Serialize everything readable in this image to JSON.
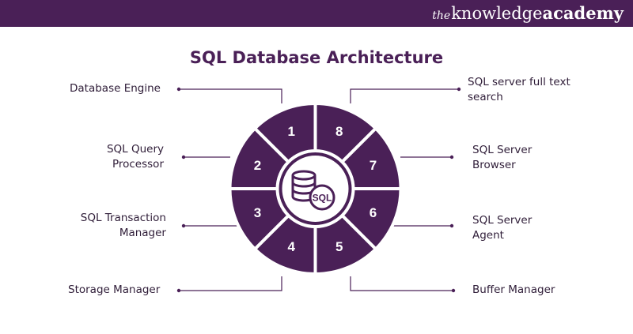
{
  "brand": {
    "prefix": "the",
    "name": "knowledge",
    "suffix": "academy"
  },
  "title": "SQL Database Architecture",
  "center_icon": {
    "icon": "database-sql-icon",
    "label": "SQL"
  },
  "segments": [
    {
      "number": "1",
      "label": "Database Engine"
    },
    {
      "number": "2",
      "label": "SQL Query Processor"
    },
    {
      "number": "3",
      "label": "SQL Transaction Manager"
    },
    {
      "number": "4",
      "label": "Storage Manager"
    },
    {
      "number": "5",
      "label": "Buffer Manager"
    },
    {
      "number": "6",
      "label": "SQL Server Agent"
    },
    {
      "number": "7",
      "label": "SQL Server Browser"
    },
    {
      "number": "8",
      "label": "SQL server full text search"
    }
  ],
  "labels": {
    "l1": "Database Engine",
    "l2a": "SQL Query",
    "l2b": "Processor",
    "l3a": "SQL Transaction",
    "l3b": "Manager",
    "l4": "Storage Manager",
    "l5": "Buffer Manager",
    "l6a": "SQL Server",
    "l6b": "Agent",
    "l7a": "SQL Server",
    "l7b": "Browser",
    "l8a": "SQL server full text",
    "l8b": "search"
  },
  "colors": {
    "brand_bar": "#4a2057",
    "segment": "#4a2057",
    "segment_border": "#ffffff",
    "center_fill": "#ffffff",
    "center_ring": "#4a2057",
    "connector": "#4a2057",
    "label_text": "#2f1d38"
  }
}
